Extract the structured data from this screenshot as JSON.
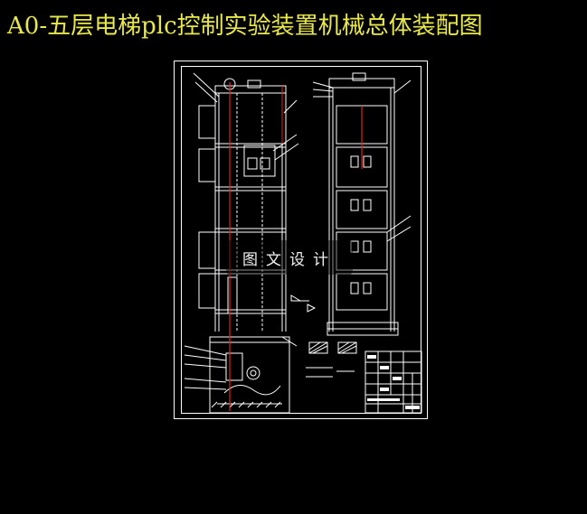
{
  "title": "A0-五层电梯plc控制实验装置机械总体装配图",
  "watermark": "图文设计",
  "colors": {
    "background": "#000000",
    "title": "#e8e84a",
    "drawing_lines": "#ffffff",
    "hoist_cable": "#e02020",
    "watermark_text": "#f2f2f2"
  },
  "diagram": {
    "floors": 5
  }
}
